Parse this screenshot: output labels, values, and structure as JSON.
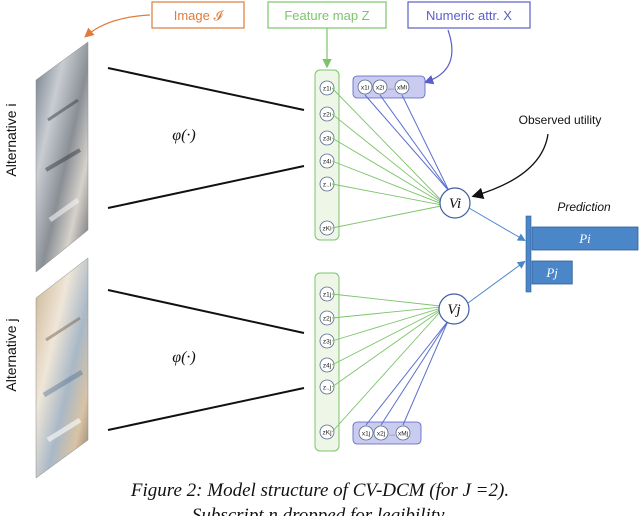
{
  "header_boxes": {
    "image": "Image 𝓘",
    "feature_map": "Feature map Z",
    "numeric": "Numeric attr. X"
  },
  "alternatives": {
    "i": {
      "side_label": "Alternative i",
      "phi": "φ(·)",
      "features": [
        "z1i",
        "z2i",
        "z3i",
        "z4i",
        "z..i",
        "zKi"
      ],
      "attrs": [
        "x1i",
        "x2i",
        "…",
        "xMi"
      ],
      "utility": "Vi",
      "prob": "Pi",
      "prob_value": 1.0
    },
    "j": {
      "side_label": "Alternative j",
      "phi": "φ(·)",
      "features": [
        "z1j",
        "z2j",
        "z3j",
        "z4j",
        "z..j",
        "zKj"
      ],
      "attrs": [
        "x1j",
        "x2j",
        "…",
        "xMj"
      ],
      "utility": "Vj",
      "prob": "Pj",
      "prob_value": 0.38
    }
  },
  "observed_utility": "Observed utility",
  "prediction": "Prediction",
  "caption": {
    "line1": "Figure 2: Model structure of CV-DCM (for J =2).",
    "line2": "Subscript n dropped for legibility."
  },
  "colors": {
    "image_box": "#e07b39",
    "feature": "#7cc46b",
    "feature_fill": "#eef6e8",
    "numeric": "#5a5fc8",
    "attr_fill": "#c9cbef",
    "circle_stroke": "#3f5fa0",
    "output": "#4a86c8",
    "blue_line": "#5b6fd0",
    "green_line": "#7cc46b"
  }
}
